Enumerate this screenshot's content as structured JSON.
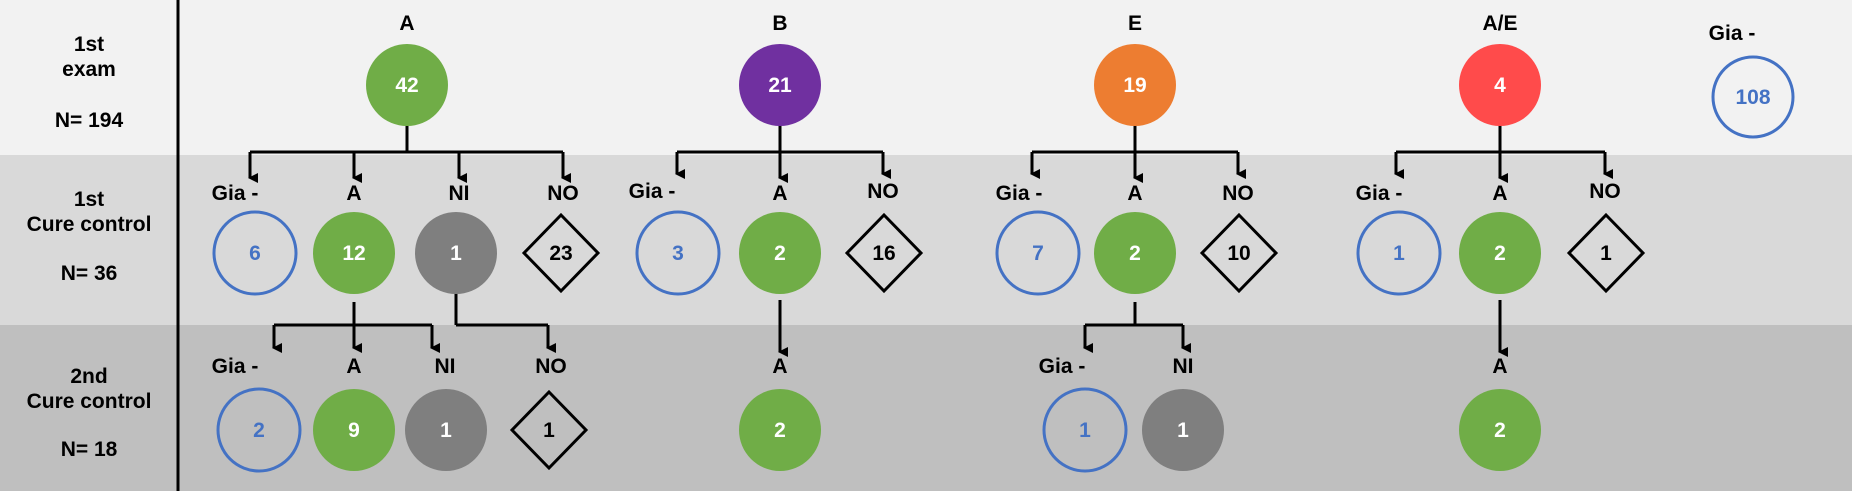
{
  "colors": {
    "green": "#70AD47",
    "purple": "#7030A0",
    "orange": "#ED7D31",
    "red": "#FF4B4B",
    "gray": "#7F7F7F",
    "gia_outline": "#4472C4",
    "row1_bg": "#F2F2F2",
    "row2_bg": "#D9D9D9",
    "row3_bg": "#BFBFBF"
  },
  "rows": [
    {
      "line1": "1st",
      "line2": "exam",
      "n": "N= 194"
    },
    {
      "line1": "1st",
      "line2": "Cure control",
      "n": "N= 36"
    },
    {
      "line1": "2nd",
      "line2": "Cure control",
      "n": "N= 18"
    }
  ],
  "top_nodes": [
    {
      "label": "A",
      "value": "42",
      "shape": "filled-circle",
      "color": "green"
    },
    {
      "label": "B",
      "value": "21",
      "shape": "filled-circle",
      "color": "purple"
    },
    {
      "label": "E",
      "value": "19",
      "shape": "filled-circle",
      "color": "orange"
    },
    {
      "label": "A/E",
      "value": "4",
      "shape": "filled-circle",
      "color": "red"
    },
    {
      "label": "Gia -",
      "value": "108",
      "shape": "outline-circle",
      "color": "gia_outline"
    }
  ],
  "cure1_groups": [
    {
      "nodes": [
        {
          "label": "Gia -",
          "value": "6",
          "shape": "outline-circle"
        },
        {
          "label": "A",
          "value": "12",
          "shape": "filled-circle",
          "color": "green"
        },
        {
          "label": "NI",
          "value": "1",
          "shape": "filled-circle",
          "color": "gray"
        },
        {
          "label": "NO",
          "value": "23",
          "shape": "diamond"
        }
      ]
    },
    {
      "nodes": [
        {
          "label": "Gia -",
          "value": "3",
          "shape": "outline-circle"
        },
        {
          "label": "A",
          "value": "2",
          "shape": "filled-circle",
          "color": "green"
        },
        {
          "label": "NO",
          "value": "16",
          "shape": "diamond"
        }
      ]
    },
    {
      "nodes": [
        {
          "label": "Gia -",
          "value": "7",
          "shape": "outline-circle"
        },
        {
          "label": "A",
          "value": "2",
          "shape": "filled-circle",
          "color": "green"
        },
        {
          "label": "NO",
          "value": "10",
          "shape": "diamond"
        }
      ]
    },
    {
      "nodes": [
        {
          "label": "Gia -",
          "value": "1",
          "shape": "outline-circle"
        },
        {
          "label": "A",
          "value": "2",
          "shape": "filled-circle",
          "color": "green"
        },
        {
          "label": "NO",
          "value": "1",
          "shape": "diamond"
        }
      ]
    }
  ],
  "cure2_nodes": [
    {
      "label": "Gia -",
      "value": "2",
      "shape": "outline-circle"
    },
    {
      "label": "A",
      "value": "9",
      "shape": "filled-circle",
      "color": "green"
    },
    {
      "label": "NI",
      "value": "1",
      "shape": "filled-circle",
      "color": "gray"
    },
    {
      "label": "NO",
      "value": "1",
      "shape": "diamond"
    },
    {
      "label": "A",
      "value": "2",
      "shape": "filled-circle",
      "color": "green"
    },
    {
      "label": "Gia -",
      "value": "1",
      "shape": "outline-circle"
    },
    {
      "label": "NI",
      "value": "1",
      "shape": "filled-circle",
      "color": "gray"
    },
    {
      "label": "A",
      "value": "2",
      "shape": "filled-circle",
      "color": "green"
    }
  ]
}
